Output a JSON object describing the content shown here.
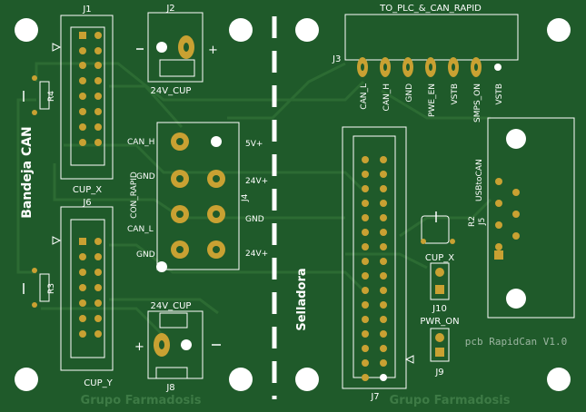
{
  "board": {
    "name": "pcb RapidCan V1.0",
    "vertical_left": "Bandeja CAN",
    "vertical_mid": "Selladora",
    "group_left": "Grupo Farmadosis",
    "group_right": "Grupo Farmadosis"
  },
  "connectors": {
    "j1": {
      "ref": "J1",
      "name": "CUP_X"
    },
    "j6": {
      "ref": "J6",
      "name": "CUP_Y"
    },
    "j2": {
      "ref": "J2",
      "name": "24V_CUP",
      "minus": "-",
      "plus": "+"
    },
    "j8": {
      "ref": "J8",
      "name": "24V_CUP",
      "minus": "-",
      "plus": "+"
    },
    "j3": {
      "ref": "J3",
      "name": "TO_PLC_&_CAN_RAPID",
      "pins": [
        "CAN_L",
        "CAN_H",
        "GND",
        "PWE_EN",
        "VSTB",
        "SMPS_ON",
        "VSTB"
      ]
    },
    "j4": {
      "ref": "J4",
      "name": "CON_RAPID",
      "left_labels": [
        "CAN_H",
        "GND",
        "CAN_L",
        "GND"
      ],
      "right_labels": [
        "5V+",
        "24V+",
        "GND",
        "24V+"
      ]
    },
    "j5": {
      "ref": "J5",
      "name": "USBtoCAN"
    },
    "j7": {
      "ref": "J7"
    },
    "j9": {
      "ref": "J9",
      "name": "PWR_ON"
    },
    "j10": {
      "ref": "J10",
      "name": "CUP_X"
    },
    "r4": {
      "ref": "R4"
    },
    "r3": {
      "ref": "R3"
    },
    "r2": {
      "ref": "R2"
    }
  },
  "colors": {
    "board": "#1f5a2a",
    "copper_trace": "#2c6b33",
    "pad": "#c9a132",
    "silkscreen": "#ffffff"
  }
}
